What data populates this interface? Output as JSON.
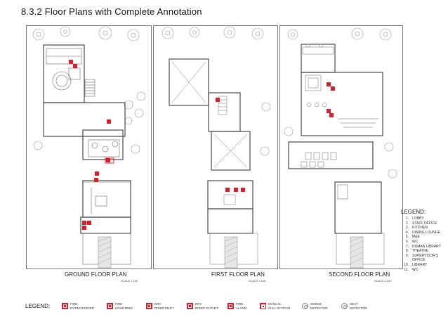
{
  "title": "8.3.2 Floor Plans with Complete Annotation",
  "plans": [
    {
      "caption": "GROUND FLOOR PLAN",
      "scale": "SCALE 1:100"
    },
    {
      "caption": "FIRST FLOOR PLAN",
      "scale": "SCALE 1:100"
    },
    {
      "caption": "SECOND FLOOR PLAN",
      "scale": "SCALE 1:100"
    }
  ],
  "room_legend": {
    "title": "LEGEND:",
    "items": [
      {
        "num": "1.",
        "label": "LOBBY"
      },
      {
        "num": "2.",
        "label": "STAFF OFFICE"
      },
      {
        "num": "3.",
        "label": "KITCHEN"
      },
      {
        "num": "4.",
        "label": "DINING LOUNGE"
      },
      {
        "num": "5.",
        "label": "M&E"
      },
      {
        "num": "6.",
        "label": "WC"
      },
      {
        "num": "7.",
        "label": "HUMAN LIBRARY"
      },
      {
        "num": "8.",
        "label": "THEATRE"
      },
      {
        "num": "9.",
        "label": "SUPERVISOR'S OFFICE"
      },
      {
        "num": "10.",
        "label": "LIBRARY"
      },
      {
        "num": "11.",
        "label": "WC"
      }
    ]
  },
  "symbol_legend": {
    "title": "LEGEND:",
    "items": [
      {
        "line1": "FIRE",
        "line2": "EXTINGUISHER"
      },
      {
        "line1": "FIRE",
        "line2": "HOSE REEL"
      },
      {
        "line1": "DRY",
        "line2": "RISER INLET"
      },
      {
        "line1": "DRY",
        "line2": "RISER OUTLET"
      },
      {
        "line1": "FIRE",
        "line2": "ALARM"
      },
      {
        "line1": "MANUAL",
        "line2": "PULL STATION"
      },
      {
        "line1": "SMOKE",
        "line2": "DETECTOR"
      },
      {
        "line1": "HEAT",
        "line2": "DETECTOR"
      }
    ]
  },
  "colors": {
    "fire_symbol": "#d3202c",
    "line": "#555555",
    "detector": "#888888"
  }
}
